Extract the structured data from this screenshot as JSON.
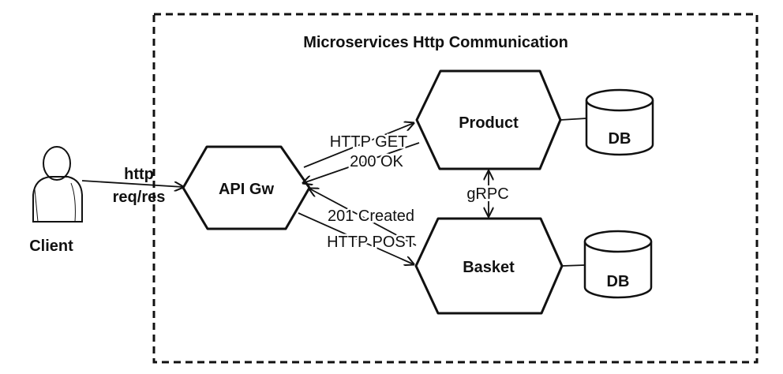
{
  "diagram": {
    "title": "Microservices Http Communication",
    "actor": {
      "label": "Client"
    },
    "client_link": {
      "line1": "http",
      "line2": "req/res"
    },
    "services": {
      "gateway": "API Gw",
      "product": "Product",
      "basket": "Basket"
    },
    "databases": {
      "product_db": "DB",
      "basket_db": "DB"
    },
    "edges": {
      "get_request": "HTTP GET",
      "get_response": "200 OK",
      "post_response": "201 Created",
      "post_request": "HTTP POST",
      "grpc": "gRPC"
    },
    "colors": {
      "stroke": "#111111",
      "background": "#ffffff"
    }
  }
}
